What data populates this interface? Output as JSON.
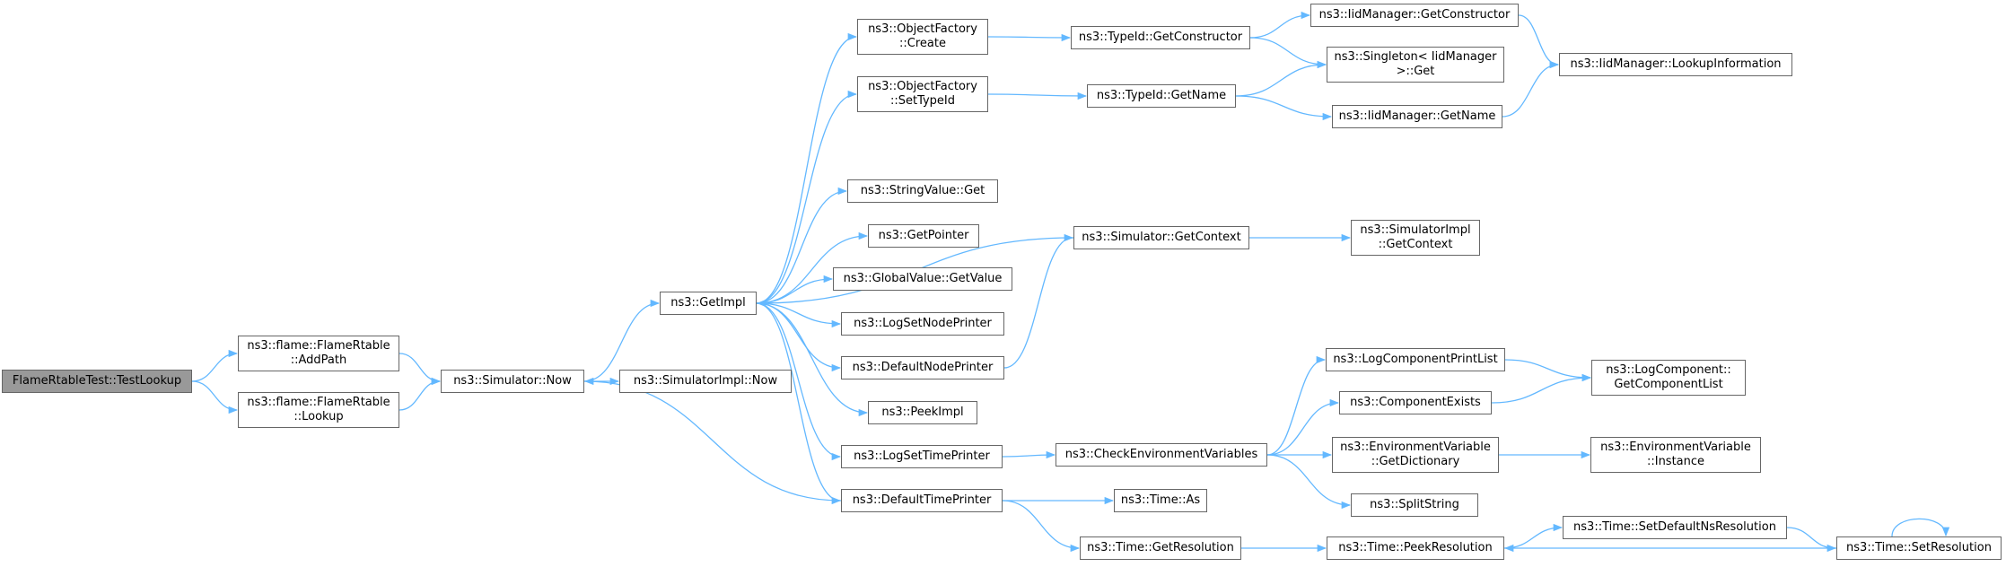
{
  "colors": {
    "edge": "#63b8ff",
    "node_border": "#666666",
    "root_fill": "#999999"
  },
  "nodes": {
    "root": {
      "lines": [
        "FlameRtableTest::TestLookup"
      ]
    },
    "addpath": {
      "lines": [
        "ns3::flame::FlameRtable",
        "::AddPath"
      ]
    },
    "lookup": {
      "lines": [
        "ns3::flame::FlameRtable",
        "::Lookup"
      ]
    },
    "sim_now": {
      "lines": [
        "ns3::Simulator::Now"
      ]
    },
    "getimpl": {
      "lines": [
        "ns3::GetImpl"
      ]
    },
    "simimpl_now": {
      "lines": [
        "ns3::SimulatorImpl::Now"
      ]
    },
    "of_create": {
      "lines": [
        "ns3::ObjectFactory",
        "::Create"
      ]
    },
    "of_settypeid": {
      "lines": [
        "ns3::ObjectFactory",
        "::SetTypeId"
      ]
    },
    "stringvalue_get": {
      "lines": [
        "ns3::StringValue::Get"
      ]
    },
    "getpointer": {
      "lines": [
        "ns3::GetPointer"
      ]
    },
    "globalvalue_getvalue": {
      "lines": [
        "ns3::GlobalValue::GetValue"
      ]
    },
    "logsetnodeprinter": {
      "lines": [
        "ns3::LogSetNodePrinter"
      ]
    },
    "defaultnodeprinter": {
      "lines": [
        "ns3::DefaultNodePrinter"
      ]
    },
    "peekimpl": {
      "lines": [
        "ns3::PeekImpl"
      ]
    },
    "logsettimeprinter": {
      "lines": [
        "ns3::LogSetTimePrinter"
      ]
    },
    "defaulttimeprinter": {
      "lines": [
        "ns3::DefaultTimePrinter"
      ]
    },
    "typeid_getconstructor": {
      "lines": [
        "ns3::TypeId::GetConstructor"
      ]
    },
    "typeid_getname": {
      "lines": [
        "ns3::TypeId::GetName"
      ]
    },
    "sim_getcontext": {
      "lines": [
        "ns3::Simulator::GetContext"
      ]
    },
    "checkenv": {
      "lines": [
        "ns3::CheckEnvironmentVariables"
      ]
    },
    "time_as": {
      "lines": [
        "ns3::Time::As"
      ]
    },
    "time_getresolution": {
      "lines": [
        "ns3::Time::GetResolution"
      ]
    },
    "iid_getconstructor": {
      "lines": [
        "ns3::IidManager::GetConstructor"
      ]
    },
    "singleton_get": {
      "lines": [
        "ns3::Singleton< IidManager",
        " >::Get"
      ]
    },
    "iid_getname": {
      "lines": [
        "ns3::IidManager::GetName"
      ]
    },
    "simimpl_getcontext": {
      "lines": [
        "ns3::SimulatorImpl",
        "::GetContext"
      ]
    },
    "logcomponentprintlist": {
      "lines": [
        "ns3::LogComponentPrintList"
      ]
    },
    "componentexists": {
      "lines": [
        "ns3::ComponentExists"
      ]
    },
    "env_getdictionary": {
      "lines": [
        "ns3::EnvironmentVariable",
        "::GetDictionary"
      ]
    },
    "splitstring": {
      "lines": [
        "ns3::SplitString"
      ]
    },
    "time_peekresolution": {
      "lines": [
        "ns3::Time::PeekResolution"
      ]
    },
    "iid_lookupinformation": {
      "lines": [
        "ns3::IidManager::LookupInformation"
      ]
    },
    "logcomponent_getcomponentlist": {
      "lines": [
        "ns3::LogComponent::",
        "GetComponentList"
      ]
    },
    "env_instance": {
      "lines": [
        "ns3::EnvironmentVariable",
        "::Instance"
      ]
    },
    "time_setdefaultnsresolution": {
      "lines": [
        "ns3::Time::SetDefaultNsResolution"
      ]
    },
    "time_setresolution": {
      "lines": [
        "ns3::Time::SetResolution"
      ]
    }
  },
  "edges": [
    [
      "root",
      "addpath"
    ],
    [
      "root",
      "lookup"
    ],
    [
      "addpath",
      "sim_now"
    ],
    [
      "lookup",
      "sim_now"
    ],
    [
      "sim_now",
      "getimpl"
    ],
    [
      "sim_now",
      "simimpl_now"
    ],
    [
      "getimpl",
      "of_create"
    ],
    [
      "getimpl",
      "of_settypeid"
    ],
    [
      "getimpl",
      "stringvalue_get"
    ],
    [
      "getimpl",
      "getpointer"
    ],
    [
      "getimpl",
      "globalvalue_getvalue"
    ],
    [
      "getimpl",
      "logsetnodeprinter"
    ],
    [
      "getimpl",
      "defaultnodeprinter"
    ],
    [
      "getimpl",
      "peekimpl"
    ],
    [
      "getimpl",
      "logsettimeprinter"
    ],
    [
      "getimpl",
      "defaulttimeprinter"
    ],
    [
      "of_create",
      "typeid_getconstructor"
    ],
    [
      "of_settypeid",
      "typeid_getname"
    ],
    [
      "typeid_getconstructor",
      "iid_getconstructor"
    ],
    [
      "typeid_getconstructor",
      "singleton_get"
    ],
    [
      "typeid_getname",
      "singleton_get"
    ],
    [
      "typeid_getname",
      "iid_getname"
    ],
    [
      "iid_getconstructor",
      "iid_lookupinformation"
    ],
    [
      "iid_getname",
      "iid_lookupinformation"
    ],
    [
      "sim_getcontext",
      "getimpl"
    ],
    [
      "sim_getcontext",
      "simimpl_getcontext"
    ],
    [
      "defaultnodeprinter",
      "sim_getcontext"
    ],
    [
      "defaulttimeprinter",
      "sim_now"
    ],
    [
      "defaulttimeprinter",
      "time_as"
    ],
    [
      "defaulttimeprinter",
      "time_getresolution"
    ],
    [
      "logsettimeprinter",
      "checkenv"
    ],
    [
      "checkenv",
      "logcomponentprintlist"
    ],
    [
      "checkenv",
      "componentexists"
    ],
    [
      "checkenv",
      "env_getdictionary"
    ],
    [
      "checkenv",
      "splitstring"
    ],
    [
      "logcomponentprintlist",
      "logcomponent_getcomponentlist"
    ],
    [
      "componentexists",
      "logcomponent_getcomponentlist"
    ],
    [
      "env_getdictionary",
      "env_instance"
    ],
    [
      "time_getresolution",
      "time_peekresolution"
    ],
    [
      "time_peekresolution",
      "time_setdefaultnsresolution"
    ],
    [
      "time_setdefaultnsresolution",
      "time_setresolution"
    ],
    [
      "time_setresolution",
      "time_peekresolution"
    ],
    [
      "time_setresolution",
      "time_setresolution"
    ]
  ]
}
